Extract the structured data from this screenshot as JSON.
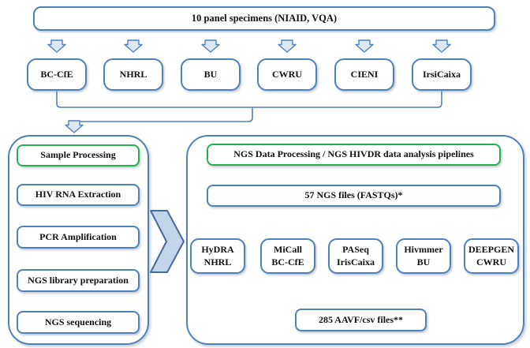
{
  "palette": {
    "blue": "#4f81bd",
    "green": "#27b052",
    "arrow_fill": "#dde8f5",
    "chevron_fill": "#c3d4ea",
    "chevron_stroke": "#44699d",
    "text": "#111111"
  },
  "top": {
    "specimens_label": "10 panel specimens (NIAID, VQA)"
  },
  "labs": [
    "BC-CfE",
    "NHRL",
    "BU",
    "CWRU",
    "CIENI",
    "IrsiCaixa"
  ],
  "sample_processing": {
    "header": "Sample Processing",
    "steps": [
      "HIV RNA Extraction",
      "PCR Amplification",
      "NGS library preparation",
      "NGS sequencing"
    ]
  },
  "data_processing": {
    "header": "NGS Data Processing / NGS HIVDR data analysis pipelines",
    "input_label": "57 NGS files (FASTQs)*",
    "pipelines": [
      {
        "tool": "HyDRA",
        "site": "NHRL"
      },
      {
        "tool": "MiCall",
        "site": "BC-CfE"
      },
      {
        "tool": "PASeq",
        "site": "IrisCaixa"
      },
      {
        "tool": "Hivmmer",
        "site": "BU"
      },
      {
        "tool": "DEEPGEN",
        "site": "CWRU"
      }
    ],
    "output_label": "285 AAVF/csv files**"
  }
}
